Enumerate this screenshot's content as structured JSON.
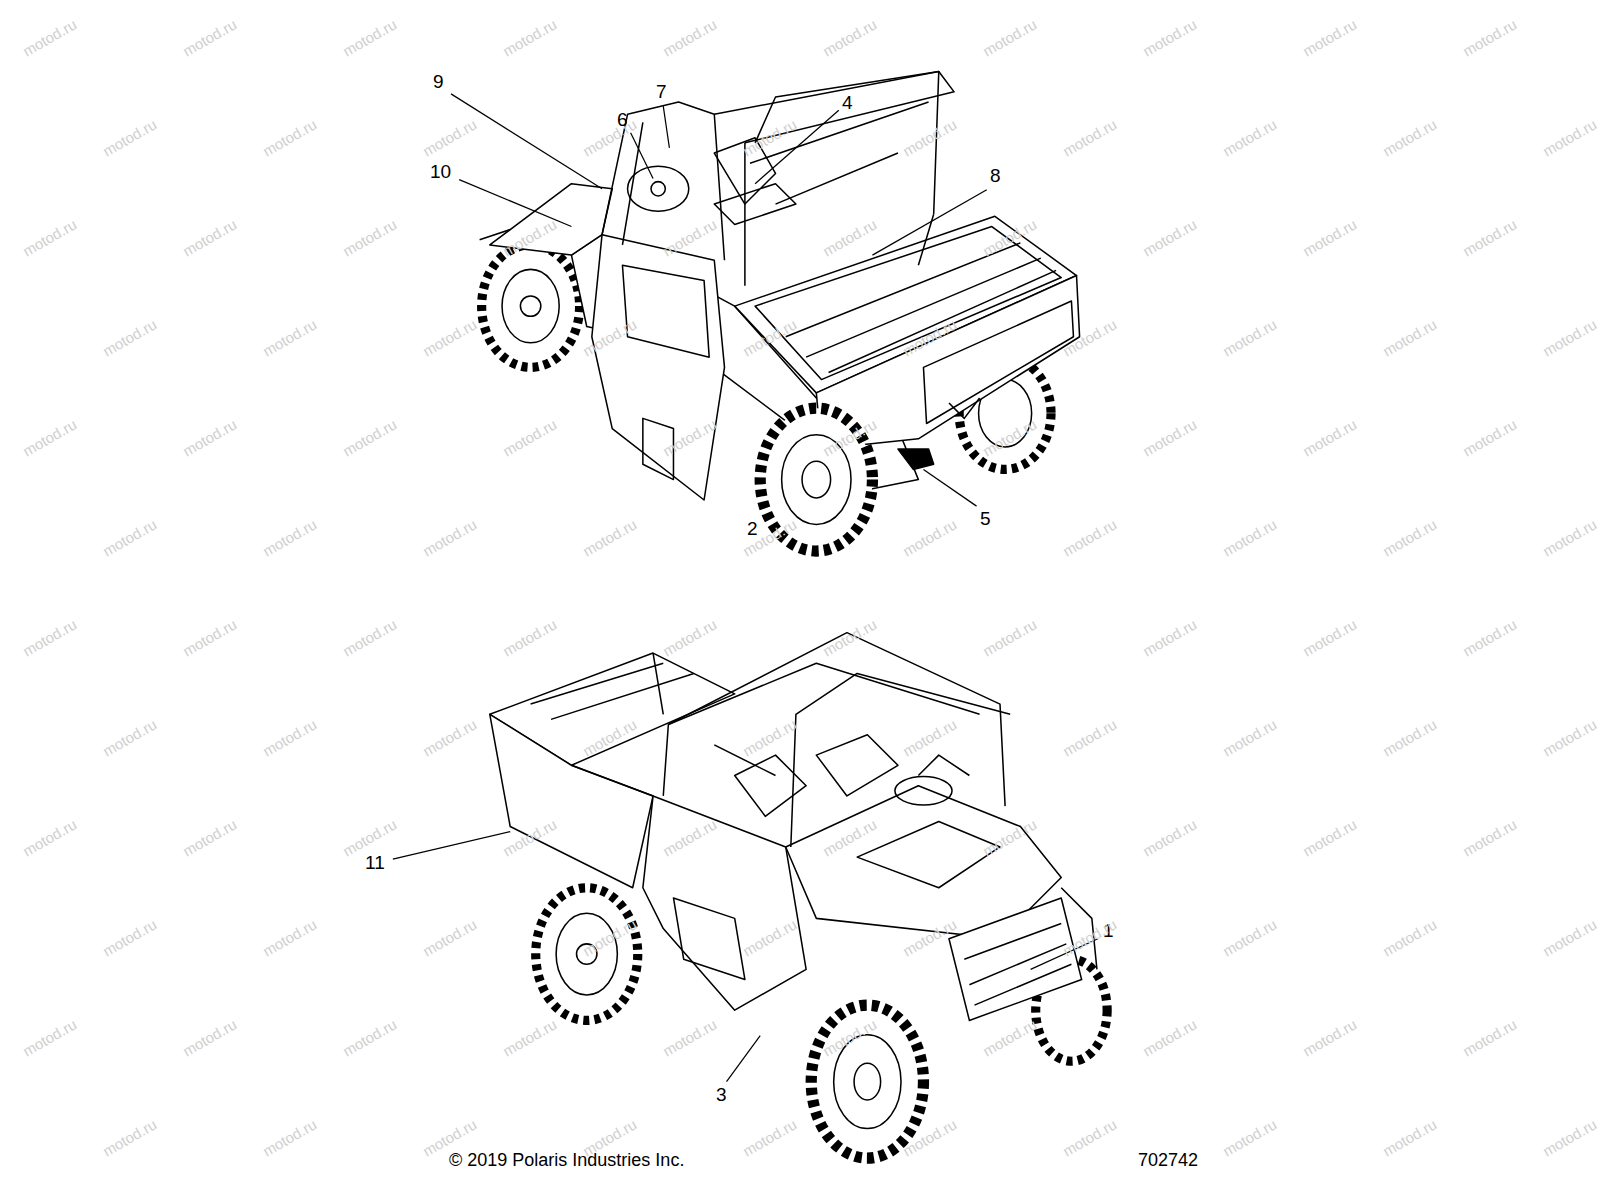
{
  "diagram": {
    "labels": [
      "9",
      "7",
      "6",
      "4",
      "10",
      "8",
      "5",
      "2",
      "11",
      "1",
      "3",
      "© 2019 Polaris Industries Inc.",
      "702742",
      "motod.ru",
      "motod.ru",
      "motod.ru",
      "motod.ru",
      "motod.ru",
      "motod.ru",
      "motod.ru",
      "motod.ru",
      "motod.ru",
      "motod.ru",
      "motod.ru",
      "motod.ru",
      "motod.ru",
      "motod.ru",
      "motod.ru",
      "motod.ru",
      "motod.ru",
      "motod.ru",
      "motod.ru",
      "motod.ru",
      "motod.ru",
      "motod.ru",
      "motod.ru",
      "motod.ru",
      "motod.ru",
      "motod.ru",
      "motod.ru",
      "motod.ru",
      "motod.ru",
      "motod.ru",
      "motod.ru",
      "motod.ru",
      "motod.ru",
      "motod.ru",
      "motod.ru",
      "motod.ru",
      "motod.ru",
      "motod.ru",
      "motod.ru",
      "motod.ru",
      "motod.ru",
      "motod.ru",
      "motod.ru",
      "motod.ru",
      "motod.ru",
      "motod.ru",
      "motod.ru",
      "motod.ru",
      "motod.ru",
      "motod.ru",
      "motod.ru",
      "motod.ru",
      "motod.ru",
      "motod.ru",
      "motod.ru",
      "motod.ru",
      "motod.ru",
      "motod.ru",
      "motod.ru",
      "motod.ru",
      "motod.ru",
      "motod.ru",
      "motod.ru",
      "motod.ru",
      "motod.ru",
      "motod.ru",
      "motod.ru",
      "motod.ru",
      "motod.ru",
      "motod.ru",
      "motod.ru",
      "motod.ru",
      "motod.ru",
      "motod.ru",
      "motod.ru",
      "motod.ru",
      "motod.ru",
      "motod.ru",
      "motod.ru",
      "motod.ru",
      "motod.ru",
      "motod.ru",
      "motod.ru",
      "motod.ru",
      "motod.ru",
      "motod.ru",
      "motod.ru",
      "motod.ru",
      "motod.ru",
      "motod.ru",
      "motod.ru",
      "motod.ru",
      "motod.ru",
      "motod.ru",
      "motod.ru",
      "motod.ru",
      "motod.ru",
      "motod.ru",
      "motod.ru",
      "motod.ru",
      "motod.ru",
      "motod.ru",
      "motod.ru",
      "motod.ru",
      "motod.ru",
      "motod.ru",
      "motod.ru",
      "motod.ru",
      "motod.ru",
      "motod.ru",
      "motod.ru",
      "motod.ru",
      "motod.ru",
      "motod.ru",
      "motod.ru",
      "motod.ru",
      "motod.ru",
      "motod.ru",
      "motod.ru",
      "motod.ru"
    ]
  }
}
